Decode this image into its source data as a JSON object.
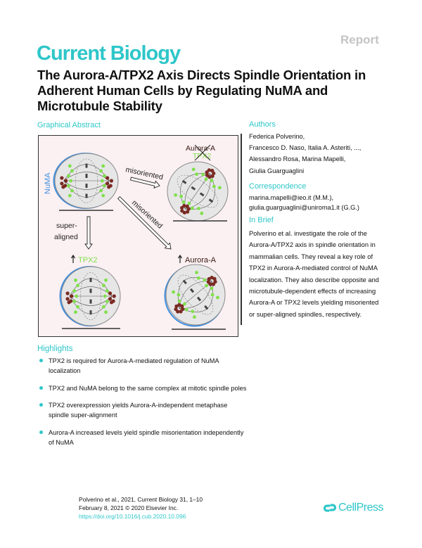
{
  "header": {
    "article_type": "Report",
    "journal": "Current Biology"
  },
  "title": "The Aurora-A/TPX2 Axis Directs Spindle Orientation in Adherent Human Cells by Regulating NuMA and Microtubule Stability",
  "graphical_abstract": {
    "label": "Graphical Abstract",
    "numa": "NuMA",
    "misoriented_1": "misoriented",
    "misoriented_2": "misoriented",
    "super": "super-",
    "aligned": "aligned",
    "tpx2_up": "TPX2",
    "aurora_up": "Aurora-A",
    "aurora_crossed": "Aurora-A",
    "tpx2_top": "TPX2",
    "colors": {
      "teal": "#2ec6c9",
      "tpx2_green": "#7fe04a",
      "aurora_brown": "#7a2a22",
      "numa_blue": "#3f8fe0",
      "background": "#fbf0f2"
    }
  },
  "authors": {
    "heading": "Authors",
    "lines": [
      "Federica Polverino,",
      "Francesco D. Naso, Italia A. Asteriti, ...,",
      "Alessandro Rosa, Marina Mapelli,",
      "Giulia Guarguaglini"
    ]
  },
  "correspondence": {
    "heading": "Correspondence",
    "lines": [
      "marina.mapelli@ieo.it (M.M.),",
      "giulia.guarguaglini@uniroma1.it (G.G.)"
    ]
  },
  "in_brief": {
    "heading": "In Brief",
    "text": "Polverino et al. investigate the role of the Aurora-A/TPX2 axis in spindle orientation in mammalian cells. They reveal a key role of TPX2 in Aurora-A-mediated control of NuMA localization. They also describe opposite and microtubule-dependent effects of increasing Aurora-A or TPX2 levels yielding misoriented or super-aligned spindles, respectively."
  },
  "highlights": {
    "heading": "Highlights",
    "items": [
      "TPX2 is required for Aurora-A-mediated regulation of NuMA localization",
      "TPX2 and NuMA belong to the same complex at mitotic spindle poles",
      "TPX2 overexpression yields Aurora-A-independent metaphase spindle super-alignment",
      "Aurora-A increased levels yield spindle misorientation independently of NuMA"
    ]
  },
  "footer": {
    "citation": "Polverino et al., 2021, Current Biology 31, 1–10",
    "date": "February 8, 2021 © 2020 Elsevier Inc.",
    "doi": "https://doi.org/10.1016/j.cub.2020.10.096",
    "publisher": "CellPress"
  }
}
